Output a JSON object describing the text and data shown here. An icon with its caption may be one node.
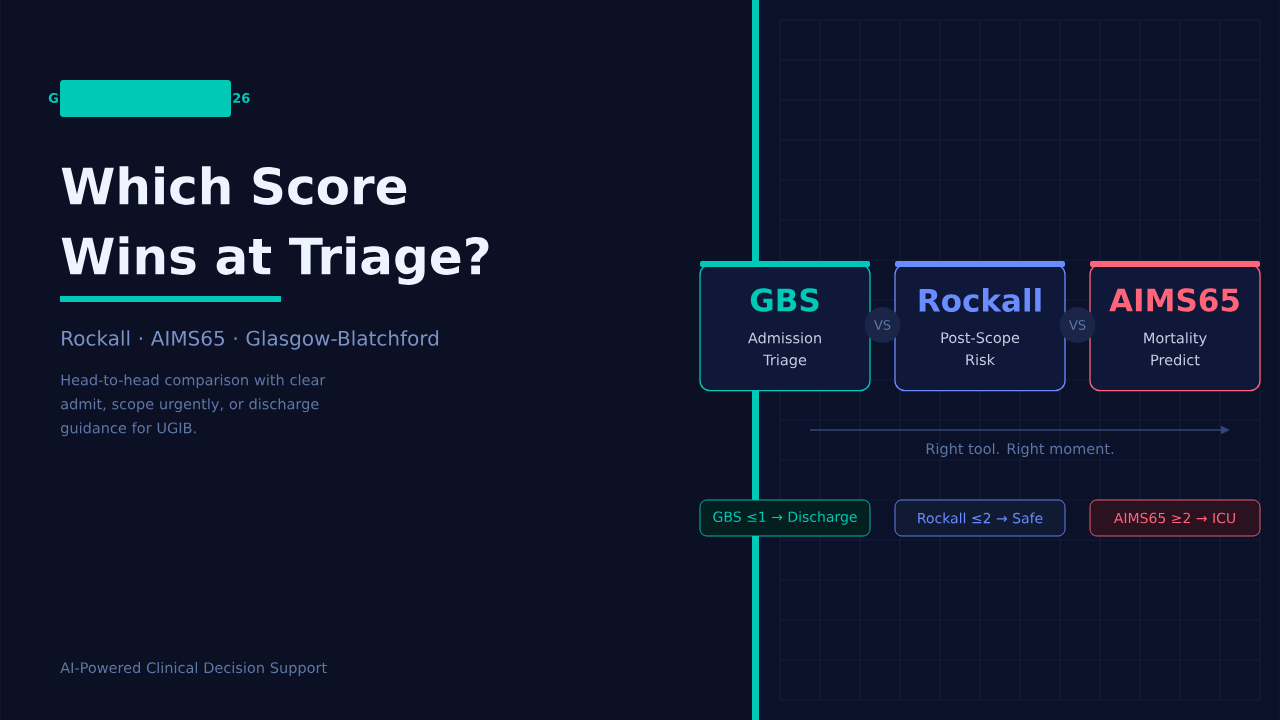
{
  "diagram": {
    "title": "Which Score Wins at Triage?",
    "nodes": [
      {
        "text": [],
        "shape": "box"
      },
      {
        "text": [
          "GBS",
          "Admission Triage"
        ]
      },
      {
        "text": [
          "Rockall",
          "Post-Scope Risk"
        ]
      },
      {
        "text": [
          "AIMS65",
          "Mortality Predict"
        ]
      },
      {
        "text": [
          "VS"
        ]
      },
      {
        "text": [
          "VS"
        ]
      },
      {
        "text": [
          "GBS ≤1 → Discharge"
        ]
      },
      {
        "text": [
          "Rockall ≤2 → Safe"
        ]
      },
      {
        "text": [
          "AIMS65 ≥2 → ICU"
        ]
      }
    ],
    "labels": [
      "G",
      "26",
      "Rockall  ·  AIMS65  ·  Glasgow-Blatchford",
      "Head-to-head comparison with clear admit, scope urgently, or discharge guidance for UGIB.",
      "Right tool. Right moment.",
      "AI-Powered Clinical Decision Support"
    ]
  }
}
